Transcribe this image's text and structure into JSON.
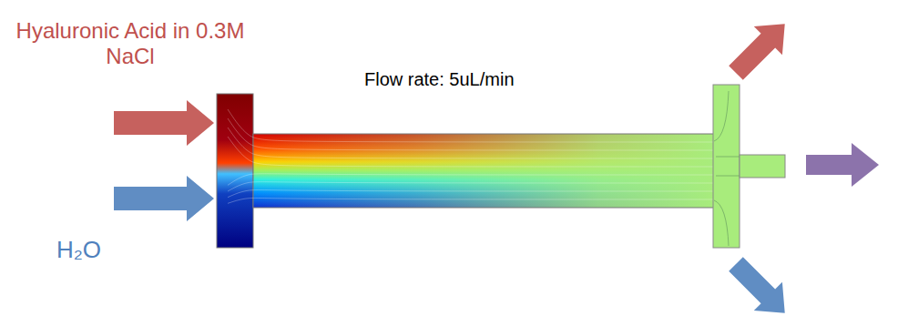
{
  "diagram": {
    "labels": [
      "Hyaluronic Acid in 0.3M NaCl",
      "H₂O",
      "Flow rate: 5uL/min"
    ]
  }
}
